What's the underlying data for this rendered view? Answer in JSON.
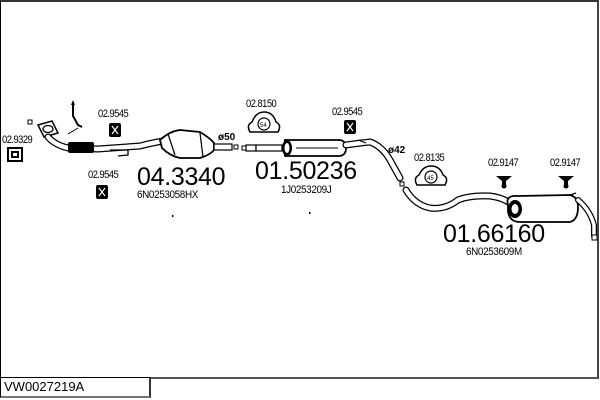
{
  "diagram": {
    "title_code": "VW0027219A",
    "parts": [
      {
        "number": "04.3340",
        "oem": "6N0253058HX",
        "type": "front-pipe-catalyst"
      },
      {
        "number": "01.50236",
        "oem": "1J0253209J",
        "type": "middle-silencer"
      },
      {
        "number": "01.66160",
        "oem": "6N0253609M",
        "type": "rear-silencer"
      }
    ],
    "accessories": [
      {
        "number": "02.9329",
        "type": "gasket"
      },
      {
        "number": "02.9545",
        "type": "rubber-mount-front"
      },
      {
        "number": "02.9545",
        "type": "rubber-mount-lower"
      },
      {
        "number": "02.8150",
        "type": "clamp",
        "size": "54"
      },
      {
        "number": "02.9545",
        "type": "rubber-mount-middle"
      },
      {
        "number": "02.8135",
        "type": "clamp",
        "size": "45"
      },
      {
        "number": "02.9147",
        "type": "hanger-left"
      },
      {
        "number": "02.9147",
        "type": "hanger-right"
      }
    ],
    "diameters": [
      "ø50",
      "ø42"
    ]
  }
}
